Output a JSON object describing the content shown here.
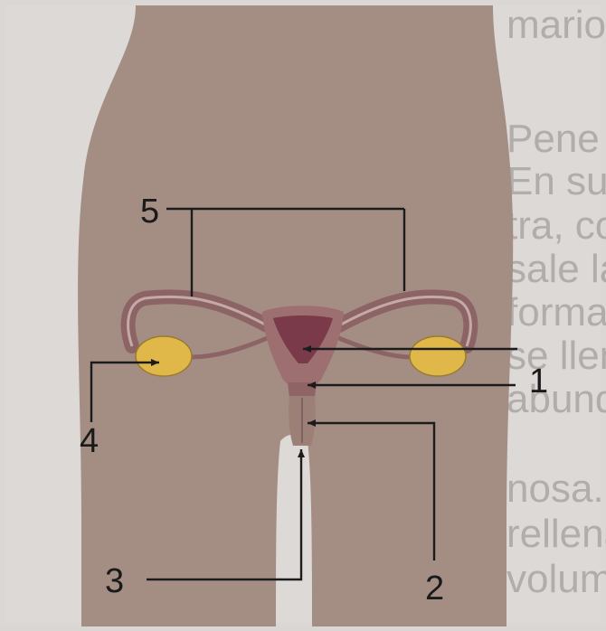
{
  "background_text": [
    "mario.",
    "Pene es el órgano copulador.",
    "En su interior se localiza la uretra,",
    "tra, conducto a través del cual",
    "sale la orina y el semen. Está",
    "formado por tejidos que",
    "se llenan de sangre en",
    "abundancia durante la excitación",
    "nosa. Durante la erección, se",
    "rellena de sangre aumentando",
    "volumen, dando lugar a la"
  ],
  "labels": {
    "one": "1",
    "two": "2",
    "three": "3",
    "four": "4",
    "five": "5"
  },
  "colors": {
    "body": "#a48e84",
    "uterus_outer": "#9d6f70",
    "uterus_inner": "#7a3a4a",
    "ovary": "#e0b84a",
    "tube": "#8c6465",
    "lines": "#1c1c1c"
  }
}
